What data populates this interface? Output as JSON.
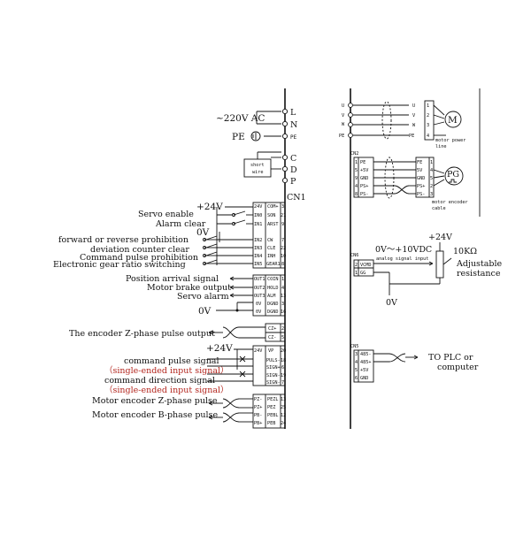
{
  "power": {
    "ac_label": "~220V AC",
    "pe_label": "PE",
    "terminals": [
      "L",
      "N",
      "PE",
      "C",
      "D",
      "P"
    ],
    "short_wire": [
      "short",
      "wire"
    ],
    "cn1_label": "CN1"
  },
  "inputs": {
    "v24": "+24V",
    "ov": "0V",
    "labels": [
      "Servo enable",
      "Alarm clear",
      "forward or reverse prohibition",
      "deviation counter clear",
      "Command pulse prohibition",
      "Electronic gear ratio switching"
    ],
    "pins": [
      {
        "name": "24V",
        "sig": "COM+",
        "num": "3"
      },
      {
        "name": "IN0",
        "sig": "SON",
        "num": "21"
      },
      {
        "name": "IN1",
        "sig": "ARST",
        "num": "9"
      },
      {
        "name": "IN2",
        "sig": "CW",
        "num": "7"
      },
      {
        "name": "IN3",
        "sig": "CLE",
        "num": "22"
      },
      {
        "name": "IN4",
        "sig": "INH",
        "num": "10"
      },
      {
        "name": "IN5",
        "sig": "GEAR1",
        "num": "8"
      }
    ]
  },
  "outputs": {
    "labels": [
      "Position arrival signal",
      "Motor brake output",
      "Servo alarm"
    ],
    "ov": "0V",
    "pins": [
      {
        "name": "OUT1",
        "sig": "COIN",
        "num": "1"
      },
      {
        "name": "OUT2",
        "sig": "HOLD",
        "num": "4"
      },
      {
        "name": "OUT3",
        "sig": "ALM",
        "num": "13"
      },
      {
        "name": "0V",
        "sig": "DGND",
        "num": "3"
      },
      {
        "name": "0V",
        "sig": "DGND",
        "num": "16"
      }
    ]
  },
  "encoder_z": {
    "label": "The encoder Z-phase pulse output",
    "pins": [
      {
        "sig": "CZ+",
        "num": "2"
      },
      {
        "sig": "CZ-",
        "num": "5"
      }
    ]
  },
  "pulse": {
    "v24": "+24V",
    "command_pulse": "command pulse signal",
    "single_ended_1": "（single-ended input signal）",
    "command_direction": "command direction signal",
    "single_ended_2": "（single-ended input signal）",
    "enc_z": "Motor encoder Z-phase pulse",
    "enc_b": "Motor encoder B-phase pulse",
    "pins": [
      {
        "name": "24V",
        "sig": "VP",
        "num": "20"
      },
      {
        "name": "",
        "sig": "PULS-",
        "num": "18"
      },
      {
        "name": "",
        "sig": "SIGN+",
        "num": "6"
      },
      {
        "name": "",
        "sig": "SIGN-",
        "num": "19"
      },
      {
        "name": "",
        "sig": "SIGN-",
        "num": "7"
      },
      {
        "name": "PZ-",
        "sig": "PEZL",
        "num": "13"
      },
      {
        "name": "PZ+",
        "sig": "PEZ",
        "num": "25"
      },
      {
        "name": "PB-",
        "sig": "PEBL",
        "num": "12"
      },
      {
        "name": "PB+",
        "sig": "PEB",
        "num": "24"
      }
    ]
  },
  "motor": {
    "terminals": [
      "U",
      "V",
      "W",
      "PE"
    ],
    "pins": [
      {
        "sig": "U",
        "num": "1"
      },
      {
        "sig": "V",
        "num": "2"
      },
      {
        "sig": "W",
        "num": "3"
      },
      {
        "sig": "PE",
        "num": "4"
      }
    ],
    "symbol": "M",
    "power_line": [
      "motor power",
      "line"
    ]
  },
  "cn2": {
    "label": "CN2",
    "left_pins": [
      {
        "num": "1",
        "sig": "PE"
      },
      {
        "num": "5",
        "sig": "+5V"
      },
      {
        "num": "9",
        "sig": "GND"
      },
      {
        "num": "4",
        "sig": "PS+"
      },
      {
        "num": "8",
        "sig": "PS-"
      }
    ],
    "right_pins": [
      {
        "sig": "FE",
        "num": "1"
      },
      {
        "sig": "5V",
        "num": "4"
      },
      {
        "sig": "GND",
        "num": "5"
      },
      {
        "sig": "PS+",
        "num": "2"
      },
      {
        "sig": "PS-",
        "num": "3"
      }
    ],
    "symbol": "PG",
    "encoder_cable": [
      "motor encoder",
      "cable"
    ]
  },
  "cn6": {
    "label": "CN6",
    "v24": "+24V",
    "analog_range": "0V～+10VDC",
    "analog_input": "analog signal input",
    "resistor": "10KΩ",
    "adjustable": [
      "Adjustable",
      "resistance"
    ],
    "pins": [
      {
        "num": "2",
        "sig": "VCMD"
      },
      {
        "num": "1",
        "sig": "GG"
      }
    ],
    "ov": "0V"
  },
  "cn5": {
    "label": "CN5",
    "pins": [
      {
        "num": "3",
        "sig": "485-"
      },
      {
        "num": "4",
        "sig": "485+"
      },
      {
        "num": "5",
        "sig": "+5V"
      },
      {
        "num": "6",
        "sig": "GND"
      }
    ],
    "target": [
      "TO  PLC or",
      "computer"
    ]
  }
}
